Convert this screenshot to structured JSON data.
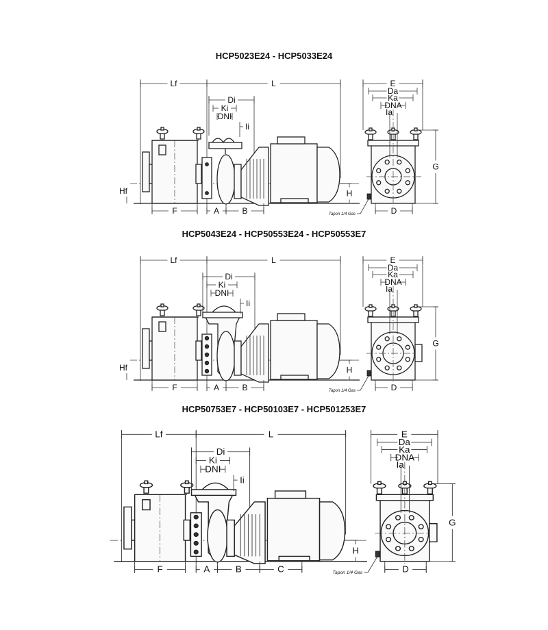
{
  "panels": [
    {
      "title": "HCP5023E24 - HCP5033E24",
      "labels": {
        "Lf": "Lf",
        "L": "L",
        "Di": "Di",
        "Ki": "Ki",
        "DNI": "DNI",
        "Ii": "Ii",
        "Hf": "Hf",
        "H": "H",
        "F": "F",
        "A": "A",
        "B": "B",
        "E": "E",
        "Da": "Da",
        "Ka": "Ka",
        "DNA": "DNA",
        "Ia": "Ia",
        "G": "G",
        "D": "D"
      },
      "note": "Tapon 1/4 Gas"
    },
    {
      "title": "HCP5043E24 - HCP50553E24 - HCP50553E7",
      "labels": {
        "Lf": "Lf",
        "L": "L",
        "Di": "Di",
        "Ki": "Ki",
        "DNI": "DNI",
        "Ii": "Ii",
        "Hf": "Hf",
        "H": "H",
        "F": "F",
        "A": "A",
        "B": "B",
        "E": "E",
        "Da": "Da",
        "Ka": "Ka",
        "DNA": "DNA",
        "Ia": "Ia",
        "G": "G",
        "D": "D"
      },
      "note": "Tapon 1/4 Gas"
    },
    {
      "title": "HCP50753E7 - HCP50103E7 - HCP501253E7",
      "labels": {
        "Lf": "Lf",
        "L": "L",
        "Di": "Di",
        "Ki": "Ki",
        "DNI": "DNI",
        "Ii": "Ii",
        "H": "H",
        "F": "F",
        "A": "A",
        "B": "B",
        "C": "C",
        "E": "E",
        "Da": "Da",
        "Ka": "Ka",
        "DNA": "DNA",
        "Ia": "Ia",
        "G": "G",
        "D": "D"
      },
      "note": "Tapon 1/4 Gas"
    }
  ]
}
